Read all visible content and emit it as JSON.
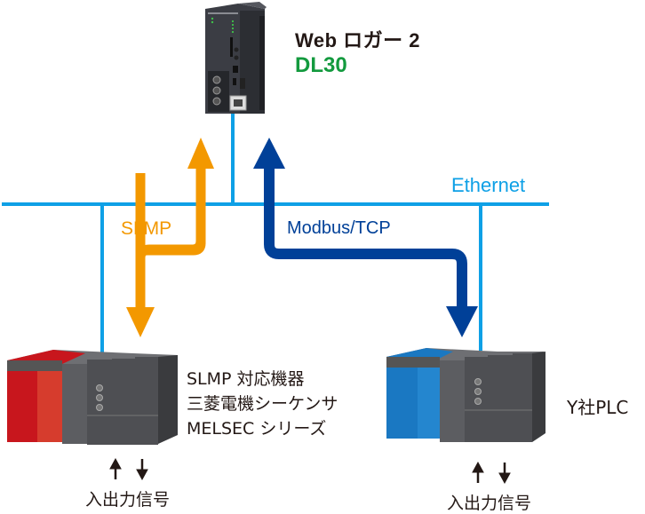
{
  "device": {
    "title": "Web ロガー 2",
    "model": "DL30",
    "model_color": "#139a3e"
  },
  "network": {
    "label": "Ethernet",
    "color": "#0ea0e6"
  },
  "protocols": [
    {
      "label": "SLMP",
      "color": "#f39800"
    },
    {
      "label": "Modbus/TCP",
      "color": "#004098"
    }
  ],
  "left_plc": {
    "description_lines": [
      "SLMP 対応機器",
      "三菱電機シーケンサ",
      "MELSEC シリーズ"
    ],
    "power_color": "#c8161d",
    "io_label": "入出力信号"
  },
  "right_plc": {
    "label": "Y社PLC",
    "power_color": "#1a78c2",
    "io_label": "入出力信号"
  }
}
